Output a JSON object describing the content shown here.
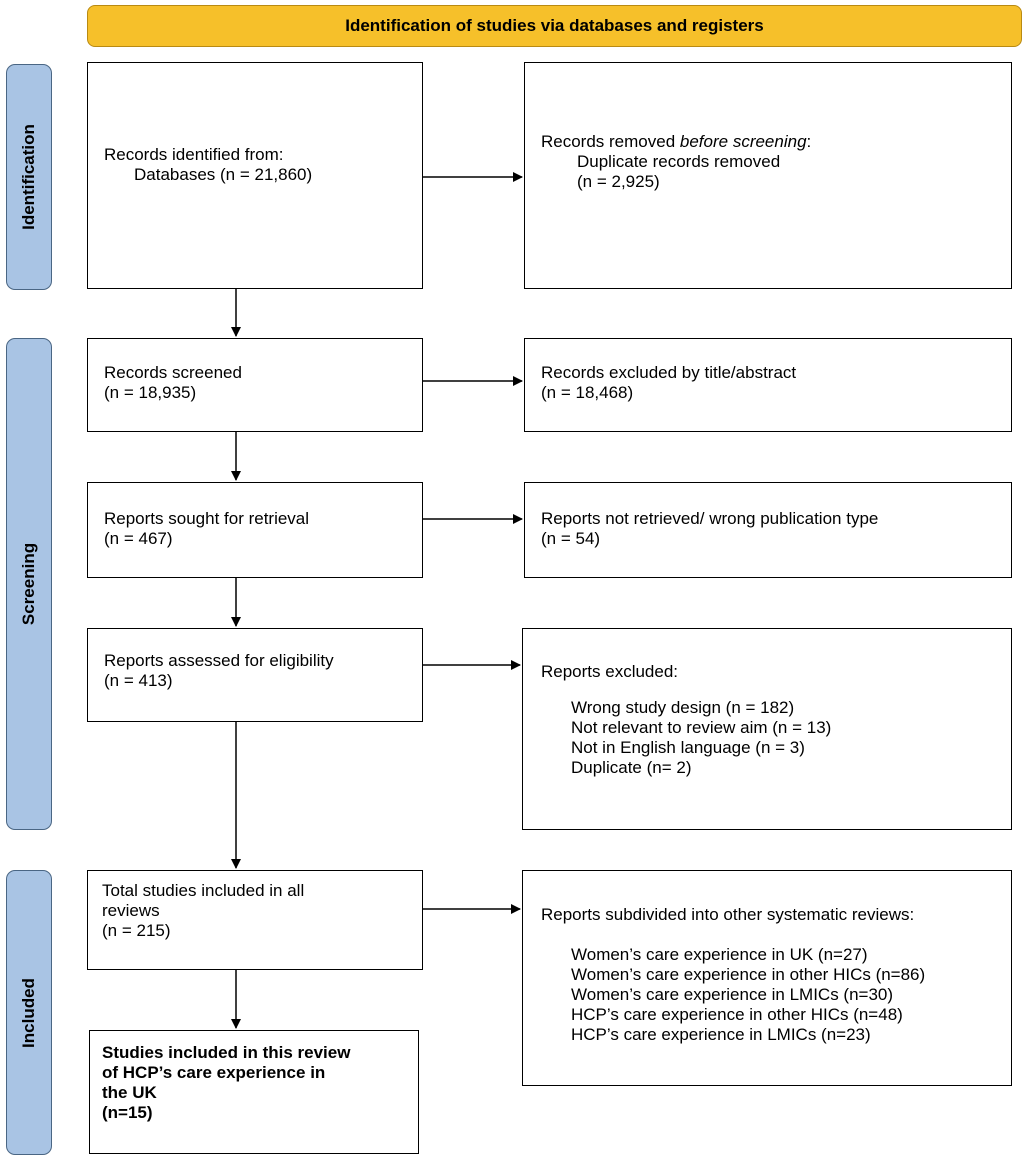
{
  "header": {
    "title": "Identification of studies via databases and registers"
  },
  "phases": {
    "identification": "Identification",
    "screening": "Screening",
    "included": "Included"
  },
  "identification": {
    "left": {
      "line1": "Records identified from:",
      "line2": "Databases (n = 21,860)"
    },
    "right": {
      "line1_prefix": "Records removed ",
      "line1_italic": "before screening",
      "line1_suffix": ":",
      "line2": "Duplicate records removed",
      "line3": "(n = 2,925)"
    }
  },
  "screening": {
    "records_screened": {
      "line1": "Records screened",
      "line2": "(n = 18,935)"
    },
    "records_excluded": {
      "line1": "Records excluded by title/abstract",
      "line2": "(n = 18,468)"
    },
    "reports_sought": {
      "line1": "Reports sought for retrieval",
      "line2": "(n = 467)"
    },
    "reports_not_retrieved": {
      "line1": "Reports not retrieved/ wrong publication type",
      "line2": "(n = 54)"
    },
    "reports_assessed": {
      "line1": "Reports assessed for eligibility",
      "line2": "(n = 413)"
    },
    "reports_excluded": {
      "title": "Reports excluded:",
      "items": [
        "Wrong study design (n = 182)",
        "Not relevant to review aim (n = 13)",
        "Not in English language (n = 3)",
        "Duplicate (n= 2)"
      ]
    }
  },
  "included": {
    "total": {
      "line1": "Total studies included in all",
      "line2": "reviews",
      "line3": "(n = 215)"
    },
    "subdivided": {
      "title": "Reports subdivided into other systematic reviews:",
      "items": [
        "Women’s care experience in UK (n=27)",
        "Women’s care experience in other HICs (n=86)",
        "Women’s care experience in LMICs (n=30)",
        "HCP’s care experience in other HICs (n=48)",
        "HCP’s care experience in LMICs (n=23)"
      ]
    },
    "this_review": {
      "line1": "Studies included in this review",
      "line2": "of HCP’s care experience in",
      "line3": "the UK",
      "line4": "(n=15)"
    }
  }
}
